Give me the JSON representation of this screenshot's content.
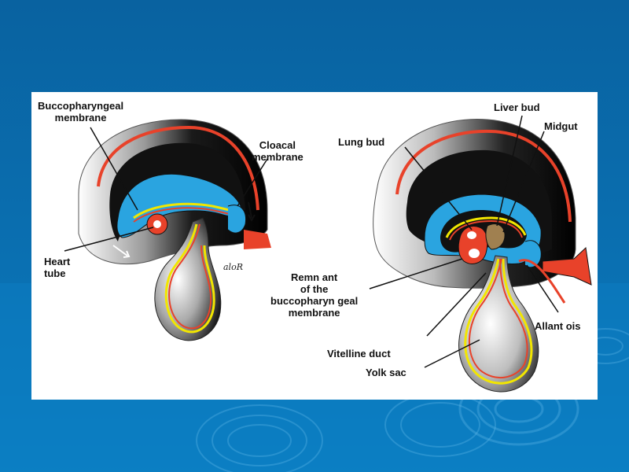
{
  "slide": {
    "colors": {
      "background_top": "#0a6aa8",
      "background_bottom": "#0b7fc4",
      "panel": "#ffffff"
    }
  },
  "figure": {
    "colors": {
      "outer_layer": "#e8422a",
      "cavity_blue": "#2aa4e0",
      "yolk_yellow": "#f2e600",
      "dark_shading": "#111111",
      "liver": "#a08050"
    },
    "left_labels": {
      "buccopharyngeal": [
        "Buccopharyngeal",
        "membrane"
      ],
      "cloacal": [
        "Cloacal",
        "membrane"
      ],
      "heart_tube": [
        "Heart",
        "tube"
      ],
      "artist_signature": "aloR"
    },
    "right_labels": {
      "liver_bud": "Liver bud",
      "midgut": "Midgut",
      "lung_bud": "Lung bud",
      "remnant": [
        "Remn ant",
        "of the",
        "buccopharyn geal",
        "membrane"
      ],
      "allantois": "Allant ois",
      "vitelline_duct": "Vitelline duct",
      "yolk_sac": "Yolk sac"
    }
  }
}
